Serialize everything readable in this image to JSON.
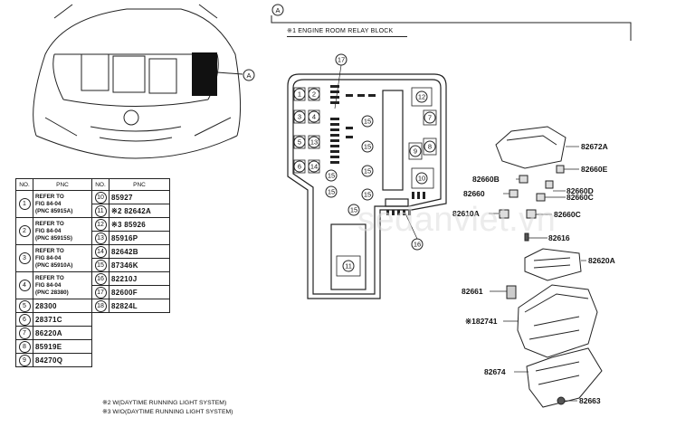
{
  "callout_letter": "A",
  "block_title": "※1 ENGINE ROOM RELAY BLOCK",
  "table": {
    "headers": [
      "NO.",
      "PNC",
      "NO.",
      "PNC"
    ],
    "left_rows": [
      {
        "no": "1",
        "lines": [
          "REFER TO",
          "FIG 84-04",
          "(PNC 85915A)"
        ]
      },
      {
        "no": "2",
        "lines": [
          "REFER TO",
          "FIG 84-04",
          "(PNC 85915S)"
        ]
      },
      {
        "no": "3",
        "lines": [
          "REFER TO",
          "FIG 84-04",
          "(PNC 85910A)"
        ]
      },
      {
        "no": "4",
        "lines": [
          "REFER TO",
          "FIG 84-04",
          "(PNC 28380)"
        ]
      },
      {
        "no": "5",
        "lines": [
          "28300"
        ]
      },
      {
        "no": "6",
        "lines": [
          "28371C"
        ]
      },
      {
        "no": "7",
        "lines": [
          "86220A"
        ]
      },
      {
        "no": "8",
        "lines": [
          "85919E"
        ]
      },
      {
        "no": "9",
        "lines": [
          "84270Q"
        ]
      }
    ],
    "right_rows": [
      {
        "no": "10",
        "pnc": "85927"
      },
      {
        "no": "11",
        "pnc": "※2 82642A"
      },
      {
        "no": "12",
        "pnc": "※3 85926"
      },
      {
        "no": "13",
        "pnc": "85916P"
      },
      {
        "no": "14",
        "pnc": "82642B"
      },
      {
        "no": "15",
        "pnc": "87346K"
      },
      {
        "no": "16",
        "pnc": "82210J"
      },
      {
        "no": "17",
        "pnc": "82600F"
      },
      {
        "no": "18",
        "pnc": "82824L"
      }
    ]
  },
  "footnotes": [
    "※2 W(DAYTIME RUNNING LIGHT SYSTEM)",
    "※3 W/O(DAYTIME RUNNING LIGHT SYSTEM)"
  ],
  "part_labels": [
    "82672A",
    "82660B",
    "82660E",
    "82660",
    "82660D",
    "82660C",
    "82610A",
    "82660C",
    "82616",
    "82620A",
    "82661",
    "※182741",
    "82674",
    "82663"
  ],
  "block_numbers": [
    "17",
    "12",
    "7",
    "9",
    "8",
    "10",
    "16",
    "11",
    "15",
    "15",
    "15",
    "15",
    "15",
    "15",
    "15",
    "2",
    "3",
    "1",
    "4",
    "5",
    "6",
    "13",
    "14"
  ],
  "watermark": "sedanviet.vn"
}
